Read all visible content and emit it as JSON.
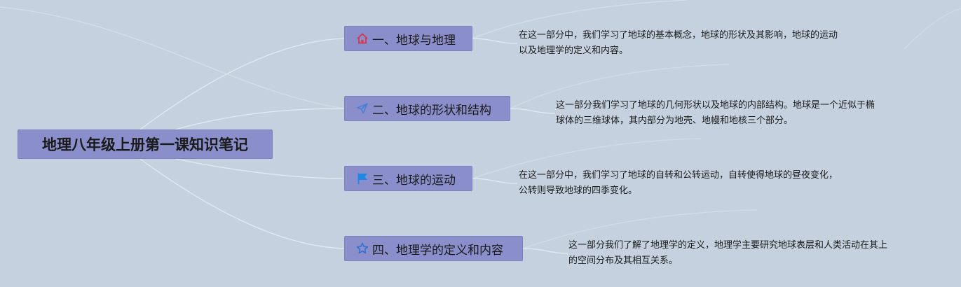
{
  "root": {
    "title": "地理八年级上册第一课知识笔记"
  },
  "topics": [
    {
      "icon": "home-icon",
      "label": "一、地球与地理",
      "icon_color": "#d6354a",
      "desc": [
        "在这一部分中，我们学习了地球的基本概念，地球的形状及其影响，地球的运动",
        "以及地理学的定义和内容。"
      ]
    },
    {
      "icon": "paper-plane-icon",
      "label": "二、地球的形状和结构",
      "icon_color": "#4a7fd6",
      "desc": [
        "这一部分我们学习了地球的几何形状以及地球的内部结构。地球是一个近似于椭",
        "球体的三维球体，其内部分为地壳、地幔和地核三个部分。"
      ]
    },
    {
      "icon": "flag-icon",
      "label": "三、地球的运动",
      "icon_color": "#1e88e5",
      "desc": [
        "在这一部分中，我们学习了地球的自转和公转运动，自转使得地球的昼夜变化，",
        "公转则导致地球的四季变化。"
      ]
    },
    {
      "icon": "star-icon",
      "label": "四、地理学的定义和内容",
      "icon_color": "#2f6fd0",
      "desc": [
        "这一部分我们了解了地理学的定义，地理学主要研究地球表层和人类活动在其上",
        "的空间分布及其相互关系。"
      ]
    }
  ]
}
